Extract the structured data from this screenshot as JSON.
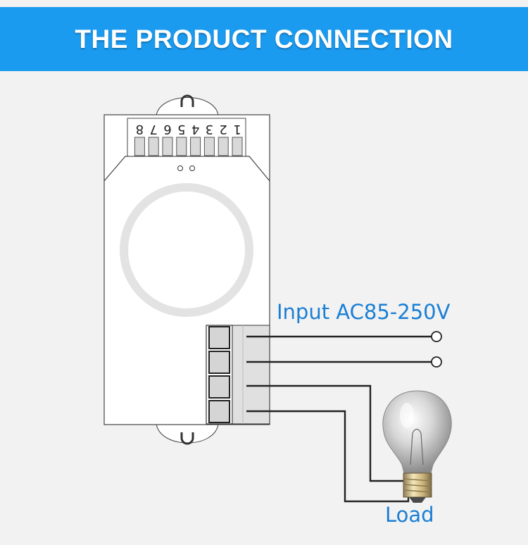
{
  "header": {
    "title": "THE PRODUCT CONNECTION"
  },
  "sensor": {
    "pin_numbers": [
      "1",
      "2",
      "3",
      "4",
      "5",
      "6",
      "7",
      "8"
    ]
  },
  "labels": {
    "input": "Input AC85-250V",
    "load": "Load"
  },
  "colors": {
    "banner": "#1b9bf0",
    "label": "#1a7fd4",
    "wire": "#222222",
    "background": "#f2f2f2"
  }
}
